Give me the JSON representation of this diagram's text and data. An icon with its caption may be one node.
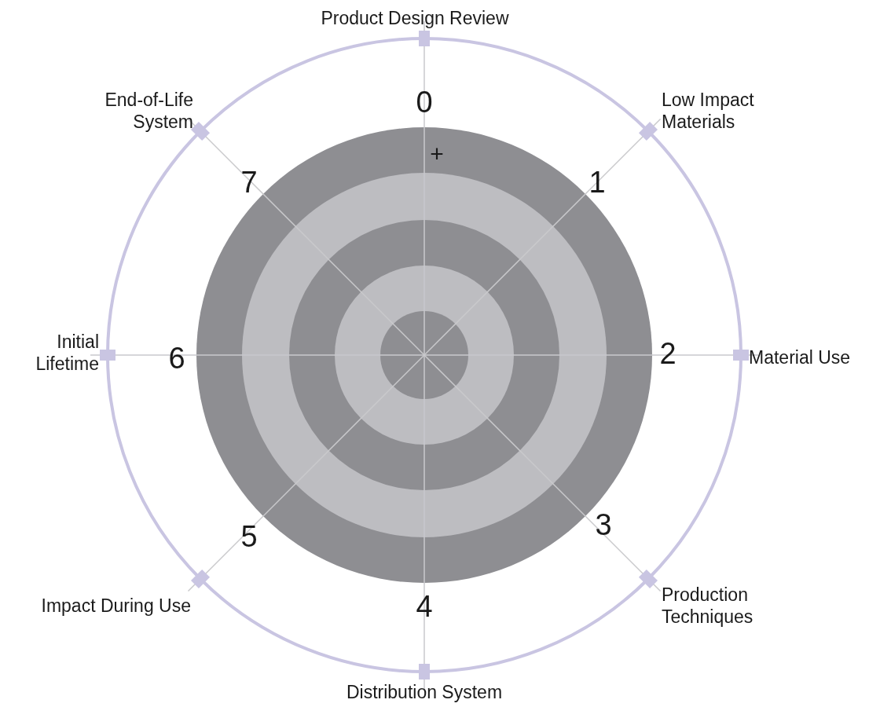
{
  "diagram": {
    "labels": [
      "Product Design Review",
      "0",
      "End-of-Life System",
      "Low Impact Materials",
      "+",
      "7",
      "1",
      "Initial Lifetime",
      "6",
      "2",
      "Material Use",
      "5",
      "3",
      "Impact During Use",
      "Production Techniques",
      "4",
      "Distribution System"
    ]
  }
}
